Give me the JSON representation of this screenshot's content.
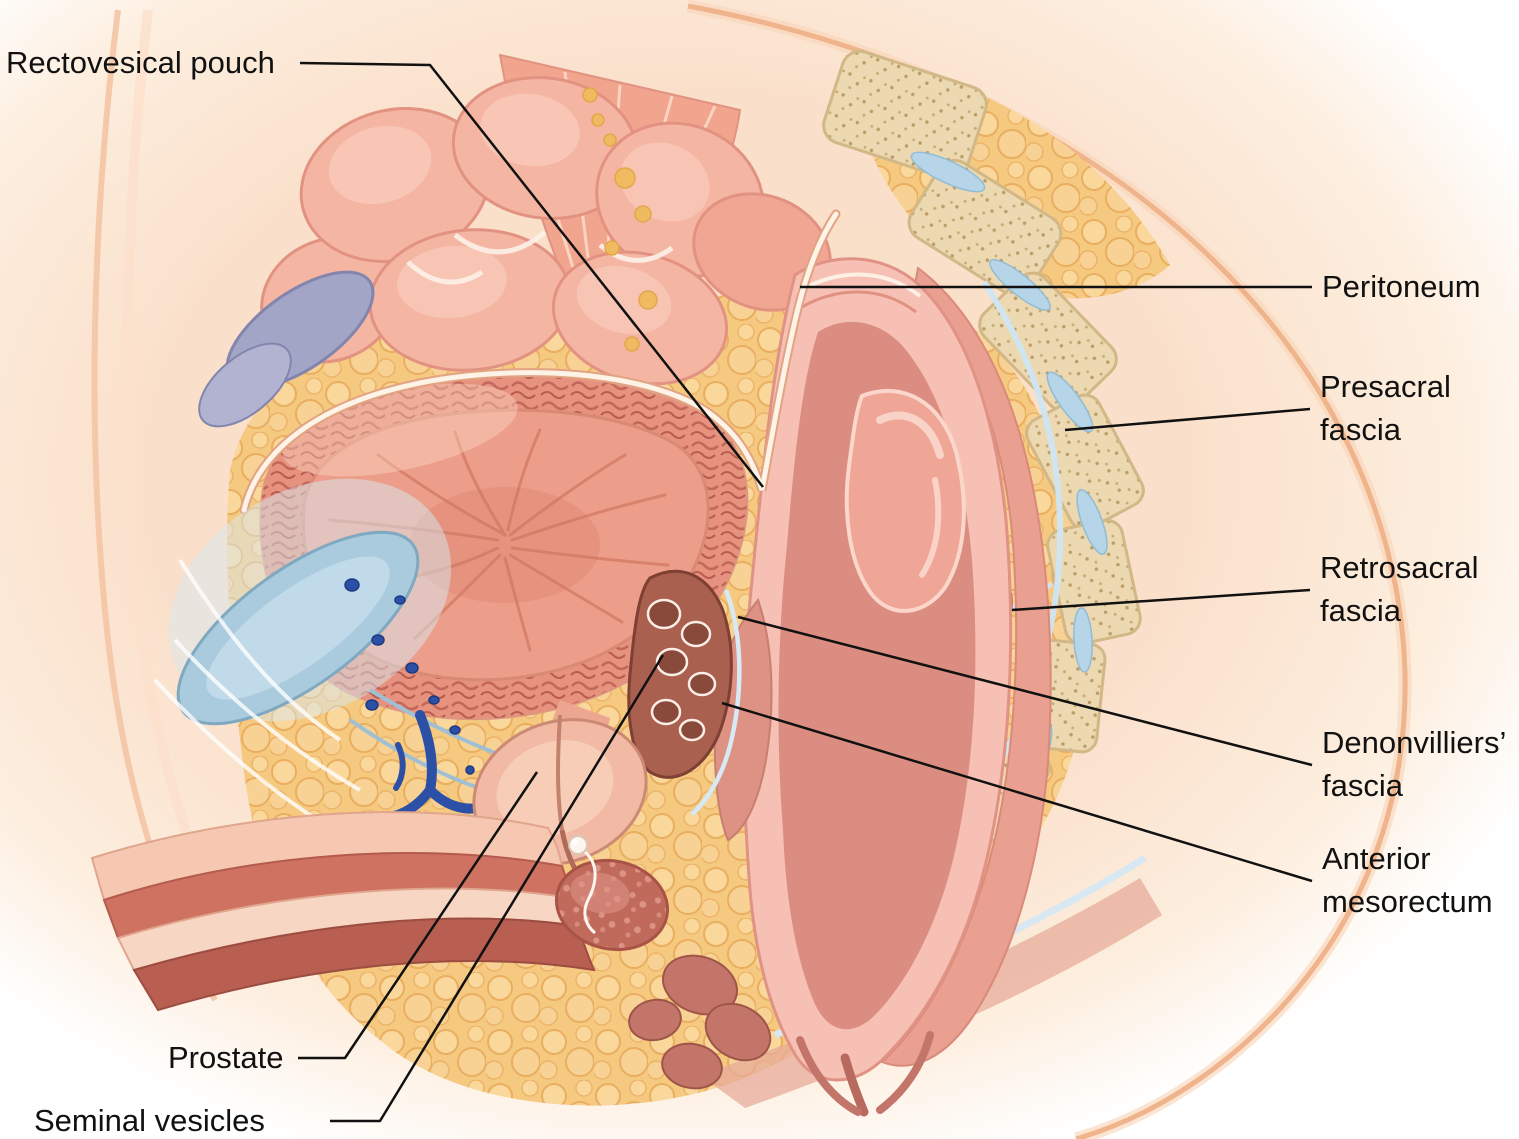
{
  "figure": {
    "type": "medical-illustration",
    "description": "Sagittal anatomical illustration of the male pelvis showing the peritoneal and fascial planes around the rectum"
  },
  "labels": {
    "rectovesical_pouch": "Rectovesical pouch",
    "peritoneum": "Peritoneum",
    "presacral_fascia": "Presacral fascia",
    "retrosacral_fascia": "Retrosacral fascia",
    "denonvilliers_fascia": "Denonvilliers’ fascia",
    "anterior_mesorectum": "Anterior mesorectum",
    "prostate": "Prostate",
    "seminal_vesicles": "Seminal vesicles"
  },
  "palette": {
    "fat_yellow": "#f6c981",
    "bone_tan": "#ecd9b1",
    "disc_blue": "#b7d5e8",
    "organ_pink": "#f5b5a3",
    "bladder_wall_red": "#c2675a",
    "muscle_red": "#c06a5c",
    "fascia_blue": "#cfe6f3",
    "vein_blue": "#2b50a5",
    "seminal_vesicle_brown": "#a9604f",
    "pubis_blue": "#a9cbdd",
    "label_text": "#111111"
  }
}
